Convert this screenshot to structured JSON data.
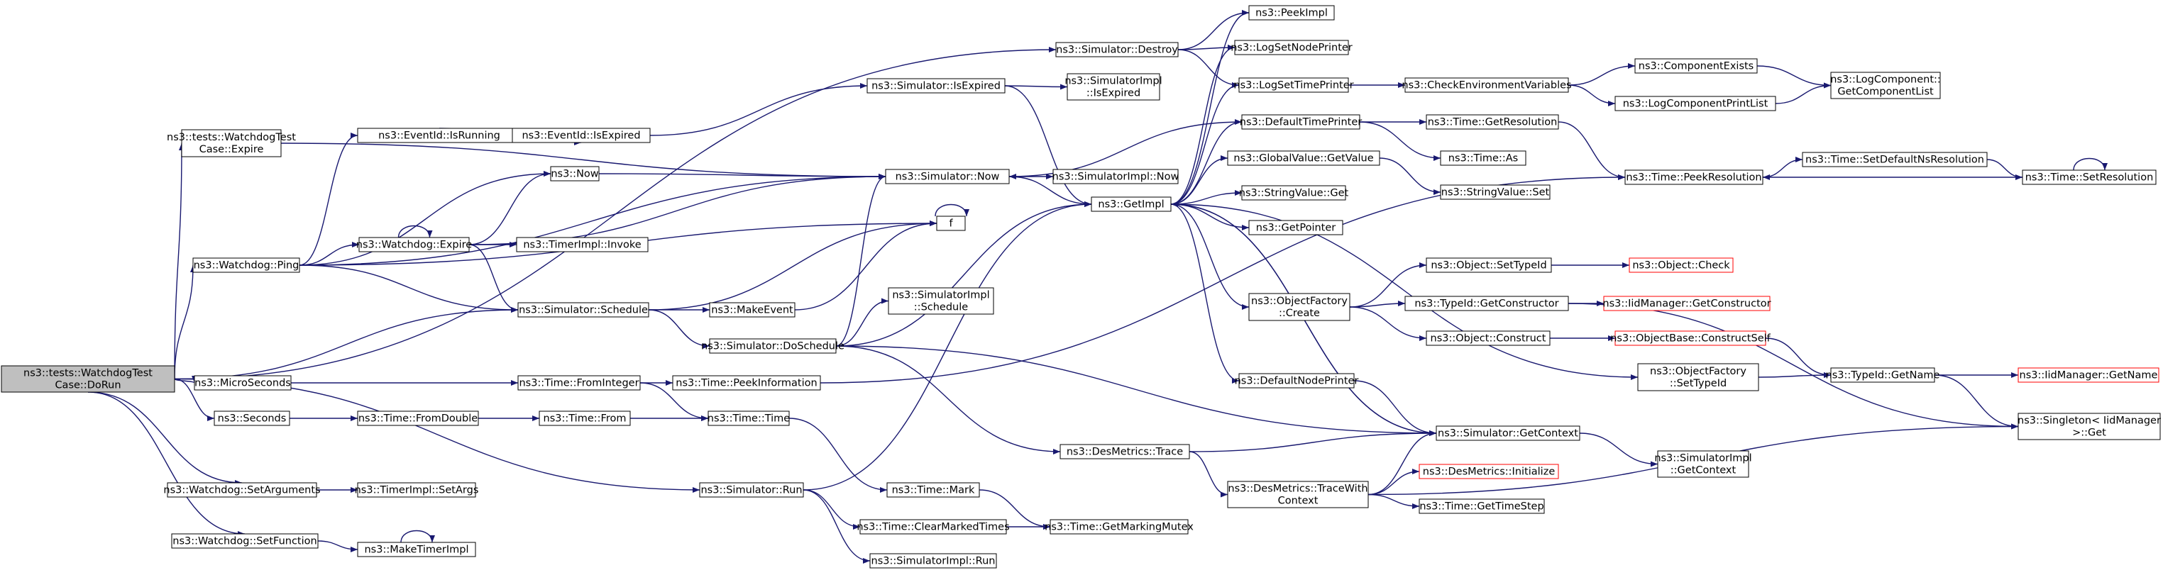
{
  "nodes": [
    {
      "id": "root",
      "lines": [
        "ns3::tests::WatchdogTest",
        "Case::DoRun"
      ],
      "style": "root"
    },
    {
      "id": "wt_expire",
      "lines": [
        "ns3::tests::WatchdogTest",
        "Case::Expire"
      ]
    },
    {
      "id": "eventid_isrunning",
      "lines": [
        "ns3::EventId::IsRunning"
      ]
    },
    {
      "id": "eventid_isexpired",
      "lines": [
        "ns3::EventId::IsExpired"
      ]
    },
    {
      "id": "sim_isexpired",
      "lines": [
        "ns3::Simulator::IsExpired"
      ]
    },
    {
      "id": "simimpl_isexpired",
      "lines": [
        "ns3::SimulatorImpl",
        "::IsExpired"
      ]
    },
    {
      "id": "sim_destroy",
      "lines": [
        "ns3::Simulator::Destroy"
      ]
    },
    {
      "id": "now",
      "lines": [
        "ns3::Now"
      ]
    },
    {
      "id": "sim_now",
      "lines": [
        "ns3::Simulator::Now"
      ]
    },
    {
      "id": "simimpl_now",
      "lines": [
        "ns3::SimulatorImpl::Now"
      ]
    },
    {
      "id": "wd_ping",
      "lines": [
        "ns3::Watchdog::Ping"
      ]
    },
    {
      "id": "wd_expire",
      "lines": [
        "ns3::Watchdog::Expire"
      ]
    },
    {
      "id": "timerimpl_invoke",
      "lines": [
        "ns3::TimerImpl::Invoke"
      ]
    },
    {
      "id": "f",
      "lines": [
        "f"
      ]
    },
    {
      "id": "sim_schedule",
      "lines": [
        "ns3::Simulator::Schedule"
      ]
    },
    {
      "id": "makeevent",
      "lines": [
        "ns3::MakeEvent"
      ]
    },
    {
      "id": "sim_doschedule",
      "lines": [
        "ns3::Simulator::DoSchedule"
      ]
    },
    {
      "id": "simimpl_schedule",
      "lines": [
        "ns3::SimulatorImpl",
        "::Schedule"
      ]
    },
    {
      "id": "microseconds",
      "lines": [
        "ns3::MicroSeconds"
      ]
    },
    {
      "id": "time_frominteger",
      "lines": [
        "ns3::Time::FromInteger"
      ]
    },
    {
      "id": "time_peekinformation",
      "lines": [
        "ns3::Time::PeekInformation"
      ]
    },
    {
      "id": "seconds",
      "lines": [
        "ns3::Seconds"
      ]
    },
    {
      "id": "time_fromdouble",
      "lines": [
        "ns3::Time::FromDouble"
      ]
    },
    {
      "id": "time_from",
      "lines": [
        "ns3::Time::From"
      ]
    },
    {
      "id": "time_time",
      "lines": [
        "ns3::Time::Time"
      ]
    },
    {
      "id": "time_mark",
      "lines": [
        "ns3::Time::Mark"
      ]
    },
    {
      "id": "wd_setarguments",
      "lines": [
        "ns3::Watchdog::SetArguments"
      ]
    },
    {
      "id": "timerimpl_setargs",
      "lines": [
        "ns3::TimerImpl::SetArgs"
      ]
    },
    {
      "id": "sim_run",
      "lines": [
        "ns3::Simulator::Run"
      ]
    },
    {
      "id": "time_clearmarkedtimes",
      "lines": [
        "ns3::Time::ClearMarkedTimes"
      ]
    },
    {
      "id": "time_getmarkingmutex",
      "lines": [
        "ns3::Time::GetMarkingMutex"
      ]
    },
    {
      "id": "simimpl_run",
      "lines": [
        "ns3::SimulatorImpl::Run"
      ]
    },
    {
      "id": "wd_setfunction",
      "lines": [
        "ns3::Watchdog::SetFunction"
      ]
    },
    {
      "id": "maketimerimpl",
      "lines": [
        "ns3::MakeTimerImpl"
      ]
    },
    {
      "id": "getimpl",
      "lines": [
        "ns3::GetImpl"
      ]
    },
    {
      "id": "peekimpl",
      "lines": [
        "ns3::PeekImpl"
      ]
    },
    {
      "id": "logsetnodeprinter",
      "lines": [
        "ns3::LogSetNodePrinter"
      ]
    },
    {
      "id": "logsettimeprinter",
      "lines": [
        "ns3::LogSetTimePrinter"
      ]
    },
    {
      "id": "checkenv",
      "lines": [
        "ns3::CheckEnvironmentVariables"
      ]
    },
    {
      "id": "componentexists",
      "lines": [
        "ns3::ComponentExists"
      ]
    },
    {
      "id": "logcomponentprintlist",
      "lines": [
        "ns3::LogComponentPrintList"
      ]
    },
    {
      "id": "getcomponentlist",
      "lines": [
        "ns3::LogComponent::",
        "GetComponentList"
      ]
    },
    {
      "id": "defaulttimeprinter",
      "lines": [
        "ns3::DefaultTimePrinter"
      ]
    },
    {
      "id": "time_getresolution",
      "lines": [
        "ns3::Time::GetResolution"
      ]
    },
    {
      "id": "time_as",
      "lines": [
        "ns3::Time::As"
      ]
    },
    {
      "id": "globalvalue_getvalue",
      "lines": [
        "ns3::GlobalValue::GetValue"
      ]
    },
    {
      "id": "stringvalue_set",
      "lines": [
        "ns3::StringValue::Set"
      ]
    },
    {
      "id": "stringvalue_get",
      "lines": [
        "ns3::StringValue::Get"
      ]
    },
    {
      "id": "getpointer",
      "lines": [
        "ns3::GetPointer"
      ]
    },
    {
      "id": "objectfactory_create",
      "lines": [
        "ns3::ObjectFactory",
        "::Create"
      ]
    },
    {
      "id": "object_settypeid",
      "lines": [
        "ns3::Object::SetTypeId"
      ]
    },
    {
      "id": "object_check",
      "lines": [
        "ns3::Object::Check"
      ],
      "style": "red"
    },
    {
      "id": "typeid_getconstructor",
      "lines": [
        "ns3::TypeId::GetConstructor"
      ]
    },
    {
      "id": "iidmanager_getconstructor",
      "lines": [
        "ns3::IidManager::GetConstructor"
      ],
      "style": "red"
    },
    {
      "id": "object_construct",
      "lines": [
        "ns3::Object::Construct"
      ]
    },
    {
      "id": "objectbase_constructself",
      "lines": [
        "ns3::ObjectBase::ConstructSelf"
      ],
      "style": "red"
    },
    {
      "id": "objectfactory_settypeid",
      "lines": [
        "ns3::ObjectFactory",
        "::SetTypeId"
      ]
    },
    {
      "id": "typeid_getname",
      "lines": [
        "ns3::TypeId::GetName"
      ]
    },
    {
      "id": "iidmanager_getname",
      "lines": [
        "ns3::IidManager::GetName"
      ],
      "style": "red"
    },
    {
      "id": "singleton_get",
      "lines": [
        "ns3::Singleton< IidManager",
        ">::Get"
      ]
    },
    {
      "id": "defaultnodeprinter",
      "lines": [
        "ns3::DefaultNodePrinter"
      ]
    },
    {
      "id": "sim_getcontext",
      "lines": [
        "ns3::Simulator::GetContext"
      ]
    },
    {
      "id": "simimpl_getcontext",
      "lines": [
        "ns3::SimulatorImpl",
        "::GetContext"
      ]
    },
    {
      "id": "desmetrics_trace",
      "lines": [
        "ns3::DesMetrics::Trace"
      ]
    },
    {
      "id": "desmetrics_tracewithcontext",
      "lines": [
        "ns3::DesMetrics::TraceWith",
        "Context"
      ]
    },
    {
      "id": "desmetrics_initialize",
      "lines": [
        "ns3::DesMetrics::Initialize"
      ],
      "style": "red"
    },
    {
      "id": "time_gettimestep",
      "lines": [
        "ns3::Time::GetTimeStep"
      ]
    },
    {
      "id": "time_peekresolution",
      "lines": [
        "ns3::Time::PeekResolution"
      ]
    },
    {
      "id": "time_setdefaultnsresolution",
      "lines": [
        "ns3::Time::SetDefaultNsResolution"
      ]
    },
    {
      "id": "time_setresolution",
      "lines": [
        "ns3::Time::SetResolution"
      ]
    }
  ],
  "edges": [
    [
      "root",
      "sim_destroy"
    ],
    [
      "root",
      "wt_expire"
    ],
    [
      "root",
      "wd_ping"
    ],
    [
      "root",
      "sim_schedule"
    ],
    [
      "root",
      "microseconds"
    ],
    [
      "root",
      "seconds"
    ],
    [
      "root",
      "wd_setarguments"
    ],
    [
      "root",
      "sim_run"
    ],
    [
      "root",
      "wd_setfunction"
    ],
    [
      "wt_expire",
      "sim_now"
    ],
    [
      "wd_ping",
      "eventid_isrunning"
    ],
    [
      "wd_ping",
      "now"
    ],
    [
      "wd_ping",
      "wd_expire"
    ],
    [
      "wd_ping",
      "sim_schedule"
    ],
    [
      "wd_ping",
      "f"
    ],
    [
      "wd_ping",
      "sim_now"
    ],
    [
      "eventid_isrunning",
      "eventid_isexpired"
    ],
    [
      "eventid_isexpired",
      "sim_isexpired"
    ],
    [
      "sim_isexpired",
      "getimpl"
    ],
    [
      "sim_isexpired",
      "simimpl_isexpired"
    ],
    [
      "sim_destroy",
      "peekimpl"
    ],
    [
      "sim_destroy",
      "logsetnodeprinter"
    ],
    [
      "sim_destroy",
      "logsettimeprinter"
    ],
    [
      "now",
      "sim_now"
    ],
    [
      "sim_now",
      "getimpl"
    ],
    [
      "sim_now",
      "simimpl_now"
    ],
    [
      "wd_expire",
      "wd_expire"
    ],
    [
      "wd_expire",
      "now"
    ],
    [
      "wd_expire",
      "timerimpl_invoke"
    ],
    [
      "wd_expire",
      "sim_schedule"
    ],
    [
      "wd_expire",
      "sim_now"
    ],
    [
      "sim_schedule",
      "makeevent"
    ],
    [
      "sim_schedule",
      "sim_doschedule"
    ],
    [
      "sim_schedule",
      "f"
    ],
    [
      "makeevent",
      "f"
    ],
    [
      "f",
      "f"
    ],
    [
      "sim_doschedule",
      "getimpl"
    ],
    [
      "sim_doschedule",
      "simimpl_schedule"
    ],
    [
      "sim_doschedule",
      "desmetrics_trace"
    ],
    [
      "sim_doschedule",
      "sim_getcontext"
    ],
    [
      "sim_doschedule",
      "sim_now"
    ],
    [
      "microseconds",
      "time_frominteger"
    ],
    [
      "time_frominteger",
      "time_peekinformation"
    ],
    [
      "time_frominteger",
      "time_time"
    ],
    [
      "time_peekinformation",
      "time_peekresolution"
    ],
    [
      "seconds",
      "time_fromdouble"
    ],
    [
      "time_fromdouble",
      "time_from"
    ],
    [
      "time_from",
      "time_time"
    ],
    [
      "time_time",
      "time_mark"
    ],
    [
      "time_mark",
      "time_getmarkingmutex"
    ],
    [
      "wd_setarguments",
      "timerimpl_setargs"
    ],
    [
      "sim_run",
      "getimpl"
    ],
    [
      "sim_run",
      "time_clearmarkedtimes"
    ],
    [
      "sim_run",
      "simimpl_run"
    ],
    [
      "time_clearmarkedtimes",
      "time_getmarkingmutex"
    ],
    [
      "wd_setfunction",
      "maketimerimpl"
    ],
    [
      "maketimerimpl",
      "maketimerimpl"
    ],
    [
      "getimpl",
      "peekimpl"
    ],
    [
      "getimpl",
      "logsetnodeprinter"
    ],
    [
      "getimpl",
      "logsettimeprinter"
    ],
    [
      "getimpl",
      "defaulttimeprinter"
    ],
    [
      "getimpl",
      "globalvalue_getvalue"
    ],
    [
      "getimpl",
      "stringvalue_get"
    ],
    [
      "getimpl",
      "getpointer"
    ],
    [
      "getimpl",
      "objectfactory_create"
    ],
    [
      "getimpl",
      "objectfactory_settypeid"
    ],
    [
      "getimpl",
      "defaultnodeprinter"
    ],
    [
      "getimpl",
      "sim_getcontext"
    ],
    [
      "logsettimeprinter",
      "checkenv"
    ],
    [
      "checkenv",
      "componentexists"
    ],
    [
      "checkenv",
      "logcomponentprintlist"
    ],
    [
      "componentexists",
      "getcomponentlist"
    ],
    [
      "logcomponentprintlist",
      "getcomponentlist"
    ],
    [
      "defaulttimeprinter",
      "sim_now"
    ],
    [
      "defaulttimeprinter",
      "time_getresolution"
    ],
    [
      "defaulttimeprinter",
      "time_as"
    ],
    [
      "time_getresolution",
      "time_peekresolution"
    ],
    [
      "globalvalue_getvalue",
      "stringvalue_set"
    ],
    [
      "objectfactory_create",
      "object_settypeid"
    ],
    [
      "objectfactory_create",
      "typeid_getconstructor"
    ],
    [
      "objectfactory_create",
      "object_construct"
    ],
    [
      "object_settypeid",
      "object_check"
    ],
    [
      "typeid_getconstructor",
      "iidmanager_getconstructor"
    ],
    [
      "typeid_getconstructor",
      "singleton_get"
    ],
    [
      "object_construct",
      "objectbase_constructself"
    ],
    [
      "objectbase_constructself",
      "typeid_getname"
    ],
    [
      "objectfactory_settypeid",
      "typeid_getname"
    ],
    [
      "typeid_getname",
      "iidmanager_getname"
    ],
    [
      "typeid_getname",
      "singleton_get"
    ],
    [
      "defaultnodeprinter",
      "sim_getcontext"
    ],
    [
      "sim_getcontext",
      "getimpl"
    ],
    [
      "sim_getcontext",
      "simimpl_getcontext"
    ],
    [
      "desmetrics_trace",
      "sim_getcontext"
    ],
    [
      "desmetrics_trace",
      "desmetrics_tracewithcontext"
    ],
    [
      "desmetrics_tracewithcontext",
      "desmetrics_initialize"
    ],
    [
      "desmetrics_tracewithcontext",
      "time_gettimestep"
    ],
    [
      "desmetrics_tracewithcontext",
      "singleton_get"
    ],
    [
      "desmetrics_tracewithcontext",
      "sim_getcontext"
    ],
    [
      "time_peekresolution",
      "time_setdefaultnsresolution"
    ],
    [
      "time_setdefaultnsresolution",
      "time_setresolution"
    ],
    [
      "time_setresolution",
      "time_setresolution"
    ],
    [
      "time_setresolution",
      "time_peekresolution"
    ]
  ]
}
